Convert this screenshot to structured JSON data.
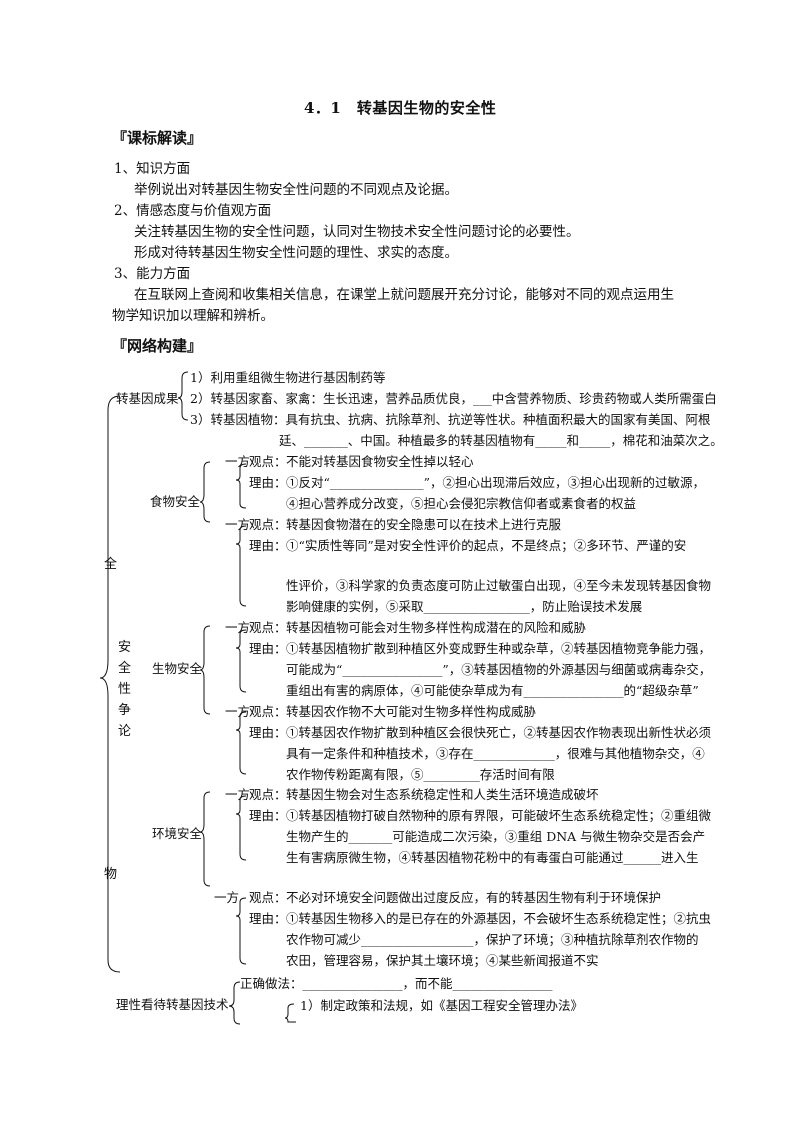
{
  "title": "4．1　转基因生物的安全性",
  "sections": {
    "kebiao": "『课标解读』",
    "wangluo": "『网络构建』"
  },
  "kebiao_items": [
    "1、知识方面",
    "举例说出对转基因生物安全性问题的不同观点及论据。",
    "2、情感态度与价值观方面",
    "关注转基因生物的安全性问题，认同对生物技术安全性问题讨论的必要性。",
    "形成对待转基因生物安全性问题的理性、求实的态度。",
    "3、能力方面",
    "在互联网上查阅和收集相关信息，在课堂上就问题展开充分讨论，能够对不同的观点运用生",
    "物学知识加以理解和辨析。"
  ],
  "map": {
    "cheng_guo_label": "转基因成果",
    "cheng_guo": [
      "1）利用重组微生物进行基因制药等",
      "2）转基因家畜、家禽：生长迅速，营养品质优良，___中含营养物质、珍贵药物或人类所需蛋白",
      "3）转基因植物：具有抗虫、抗病、抗除草剂、抗逆等性状。种植面积最大的国家有美国、阿根",
      "廷、_______、中国。种植最多的转基因植物有_____和_____，棉花和油菜次之。"
    ],
    "an_quan_chars": [
      "全",
      "安",
      "全",
      "性",
      "争",
      "论",
      "物"
    ],
    "food_label": "食物安全",
    "bio_label": "生物安全",
    "env_label": "环境安全",
    "side": "一方",
    "view": "观点：",
    "reason": "理由：",
    "food": [
      "不能对转基因食物安全性掉以轻心",
      "①反对“_______________”，②担心出现滞后效应，③担心出现新的过敏源，",
      "④担心营养成分改变，⑤担心会侵犯宗教信仰者或素食者的权益",
      "转基因食物潜在的安全隐患可以在技术上进行克服",
      "①“实质性等同”是对安全性评价的起点，不是终点；②多环节、严谨的安",
      "性评价，③科学家的负责态度可防止过敏蛋白出现，④至今未发现转基因食物",
      "影响健康的实例，⑤采取_________________，防止贻误技术发展"
    ],
    "bio": [
      "转基因植物可能会对生物多样性构成潜在的风险和威胁",
      "①转基因植物扩散到种植区外变成野生种或杂草，②转基因植物竞争能力强，",
      "可能成为“________________”，③转基因植物的外源基因与细菌或病毒杂交，",
      "重组出有害的病原体，④可能使杂草成为有________________的“超级杂草”",
      "转基因农作物不大可能对生物多样性构成威胁",
      "①转基因农作物扩散到种植区会很快死亡，②转基因农作物表现出新性状必须",
      "具有一定条件和种植技术，③存在_____________，很难与其他植物杂交，④",
      "农作物传粉距离有限，⑤_________存活时间有限"
    ],
    "env": [
      "转基因生物会对生态系统稳定性和人类生活环境造成破坏",
      "①转基因植物打破自然物种的原有界限，可能破坏生态系统稳定性；②重组微",
      "生物产生的_______可能造成二次污染，③重组 DNA 与微生物杂交是否会产",
      "生有害病原微生物，④转基因植物花粉中的有毒蛋白可能通过______进入生",
      "不必对环境安全问题做出过度反应，有的转基因生物有利于环境保护",
      "①转基因生物移入的是已存在的外源基因，不会破坏生态系统稳定性；②抗虫",
      "农作物可减少__________________，保护了环境；③种植抗除草剂农作物的",
      "农田，管理容易，保护其土壤环境；④某些新闻报道不实"
    ],
    "lixing_label": "理性看待转基因技术",
    "lixing": [
      "正确做法：________________，而不能________________",
      "1）制定政策和法规，如《基因工程安全管理办法》"
    ]
  }
}
